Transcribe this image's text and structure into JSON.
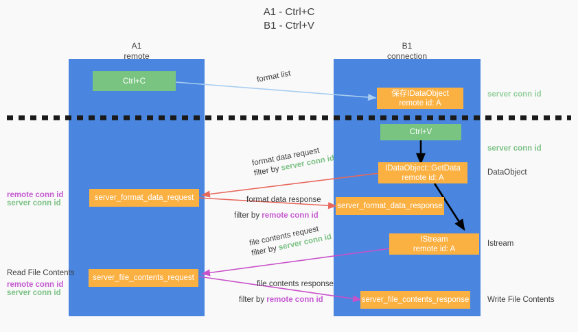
{
  "title": {
    "line1": "A1 - Ctrl+C",
    "line2": "B1 - Ctrl+V"
  },
  "columns": [
    {
      "name": "A1",
      "sub": "remote"
    },
    {
      "name": "B1",
      "sub": "connection"
    }
  ],
  "colors": {
    "lane": "#4a86e0",
    "green_box": "#79c480",
    "orange_box": "#fbb042",
    "green_text": "#7cc184",
    "magenta_text": "#c55ad0",
    "arrow_blue": "#a8cdf0",
    "arrow_red": "#e8685b",
    "arrow_black": "#000000",
    "arrow_magenta": "#c850c8",
    "background": "#f9f9fa"
  },
  "boxes": {
    "ctrl_c": {
      "line1": "Ctrl+C"
    },
    "save_idataobject": {
      "line1": "保存IDataObject",
      "line2": "remote id: A"
    },
    "ctrl_v": {
      "line1": "Ctrl+V"
    },
    "getdata": {
      "line1": "IDataObject::GetData",
      "line2": "remote id: A"
    },
    "istream": {
      "line1": "IStream",
      "line2": "remote id: A"
    },
    "server_format_data_request": {
      "line1": "server_format_data_request"
    },
    "server_format_data_response": {
      "line1": "server_format_data_response"
    },
    "server_file_contents_request": {
      "line1": "server_file_contents_request"
    },
    "server_file_contents_response": {
      "line1": "server_file_contents_response"
    }
  },
  "edge_labels": {
    "format_list": "format list",
    "format_data_request": "format data request",
    "format_data_request_filter_prefix": "filter by ",
    "format_data_request_filter_value": "server conn id",
    "format_data_response": "format data response",
    "format_data_response_filter_prefix": "filter by ",
    "format_data_response_filter_value": "remote conn id",
    "file_contents_request": "file contents request",
    "file_contents_request_filter_prefix": "filter by ",
    "file_contents_request_filter_value": "server conn id",
    "file_contents_response": "file contents response",
    "file_contents_response_filter_prefix": "filter by ",
    "file_contents_response_filter_value": "remote conn id"
  },
  "right_labels": {
    "server_conn_id_top": "server conn id",
    "server_conn_id_mid": "server conn id",
    "dataobject": "DataObject",
    "istream": "Istream",
    "write_file_contents": "Write File Contents"
  },
  "left_labels": {
    "remote_conn_id_1": "remote conn id",
    "server_conn_id_1": "server conn id",
    "read_file_contents": "Read File Contents",
    "remote_conn_id_2": "remote conn id",
    "server_conn_id_2": "server conn id"
  }
}
